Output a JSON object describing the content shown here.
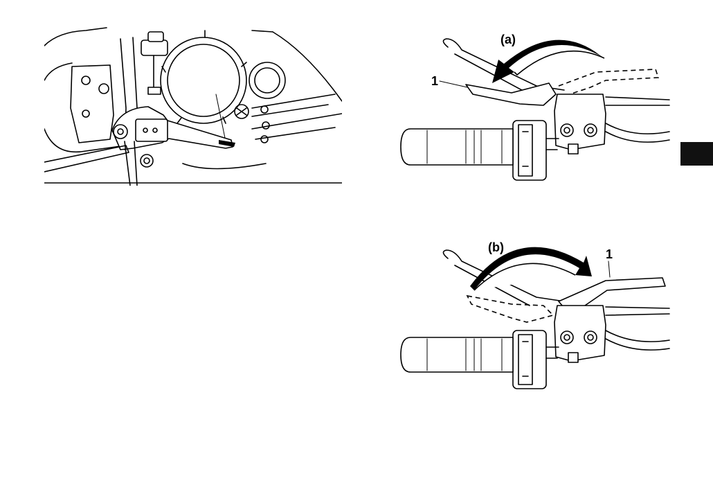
{
  "figures": {
    "lever_a": {
      "label": "(a)",
      "callout": "1"
    },
    "lever_b": {
      "label": "(b)",
      "callout": "1"
    }
  },
  "colors": {
    "ink": "#000000",
    "background": "#ffffff",
    "side_tab": "#111111"
  }
}
